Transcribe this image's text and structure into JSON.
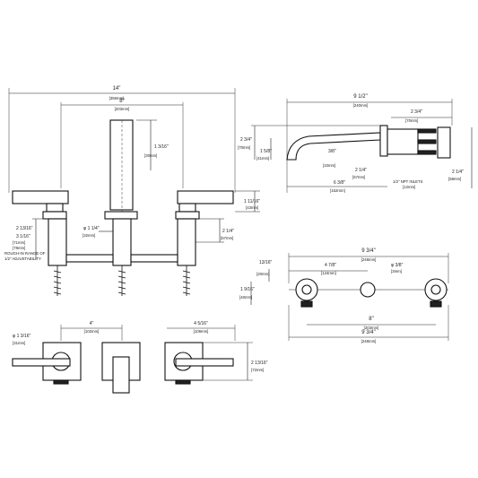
{
  "drawing": {
    "front_view": {
      "overall_width": "14\"",
      "overall_width_mm": "[356mm]",
      "center_spacing": "8\"",
      "center_spacing_mm": "[203mm]",
      "spout_height": "1 3/16\"",
      "spout_height_mm": "[30mm]",
      "handle_height": "1 11/16\"",
      "handle_height_mm": "[43mm]",
      "valve_dia": "φ 1 1/4\"",
      "valve_dia_mm": "[32mm]",
      "left_depth_a": "2 13/16\"",
      "left_depth_b": "3 1/16\"",
      "left_depth_mm_a": "[71mm]",
      "left_depth_mm_b": "[78mm]",
      "rough_in_note_1": "ROUGH-IN RANGE OF",
      "rough_in_note_2": "1/2\" ADJUSTABILITY",
      "right_depth": "2 1/4\"",
      "right_depth_mm": "[57mm]"
    },
    "side_view": {
      "length": "9 1/2\"",
      "length_mm": "[240mm]",
      "plate_depth": "2 3/4\"",
      "plate_depth_mm": "[70mm]",
      "height": "2 3/4\"",
      "height_mm": "[70mm]",
      "spout_drop": "1 5/8\"",
      "spout_drop_mm": "[41mm]",
      "tip_size": "3/8\"",
      "tip_size_mm": "[10mm]",
      "spout_reach": "6 3/8\"",
      "spout_reach_mm": "[162mm]",
      "spout_base": "2 1/4\"",
      "spout_base_mm": "[57mm]",
      "inlet_note": "1/2\" NPT INLETS",
      "inlet_note_mm": "[12mm]",
      "body_depth": "2 1/4\"",
      "body_depth_mm": "[58mm]"
    },
    "valve_view": {
      "top_width": "9 3/4\"",
      "top_width_mm": "[248mm]",
      "inner_width": "4 7/8\"",
      "inner_width_mm": "[124mm]",
      "port_dia": "φ 3/8\"",
      "port_dia_mm": "[3mm]",
      "left_height_top": "13/16\"",
      "left_height_top_mm": "[20mm]",
      "left_height_bottom": "1 9/16\"",
      "left_height_bottom_mm": "[40mm]",
      "center_spacing": "8\"",
      "center_spacing_mm": "[203mm]",
      "bottom_width": "9 3/4\"",
      "bottom_width_mm": "[248mm]"
    },
    "plan_view": {
      "spacing": "4\"",
      "spacing_mm": "[102mm]",
      "plate_width": "4 5/16\"",
      "plate_width_mm": "[109mm]",
      "knob_dia": "φ 1 3/16\"",
      "knob_dia_mm": "[31mm]",
      "plate_height": "2 13/16\"",
      "plate_height_mm": "[72mm]"
    }
  }
}
